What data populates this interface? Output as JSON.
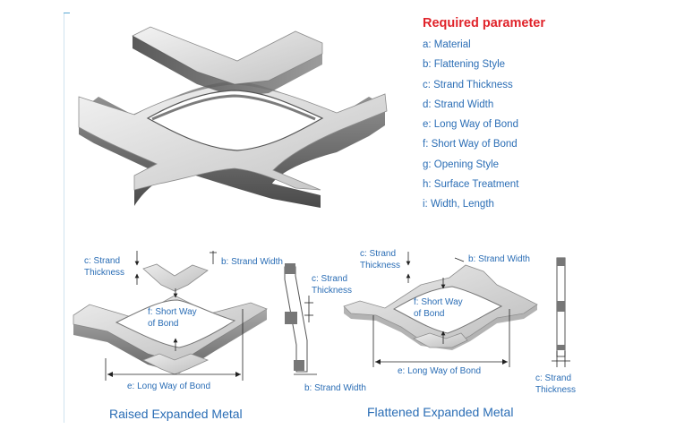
{
  "params": {
    "title": "Required parameter",
    "items": [
      "a: Material",
      "b: Flattening Style",
      "c: Strand Thickness",
      "d: Strand Width",
      "e: Long Way of Bond",
      "f: Short Way of Bond",
      "g: Opening Style",
      "h: Surface Treatment",
      "i: Width, Length"
    ]
  },
  "raised": {
    "thickness_l1": "c: Strand",
    "thickness_l2": "Thickness",
    "strand_width": "b: Strand Width",
    "short_way_l1": "f: Short Way",
    "short_way_l2": "of Bond",
    "long_way": "e: Long Way of Bond",
    "caption": "Raised Expanded Metal"
  },
  "raised_section": {
    "thickness_l1": "c: Strand",
    "thickness_l2": "Thickness",
    "strand_width": "b: Strand Width"
  },
  "flattened": {
    "thickness_l1": "c: Strand",
    "thickness_l2": "Thickness",
    "strand_width": "b: Strand Width",
    "short_way_l1": "f: Short Way",
    "short_way_l2": "of Bond",
    "long_way": "e: Long Way of Bond",
    "caption": "Flattened Expanded Metal"
  },
  "flattened_section": {
    "thickness_l1": "c: Strand",
    "thickness_l2": "Thickness"
  },
  "colors": {
    "label": "#2a6db5",
    "title": "#e0232a"
  }
}
